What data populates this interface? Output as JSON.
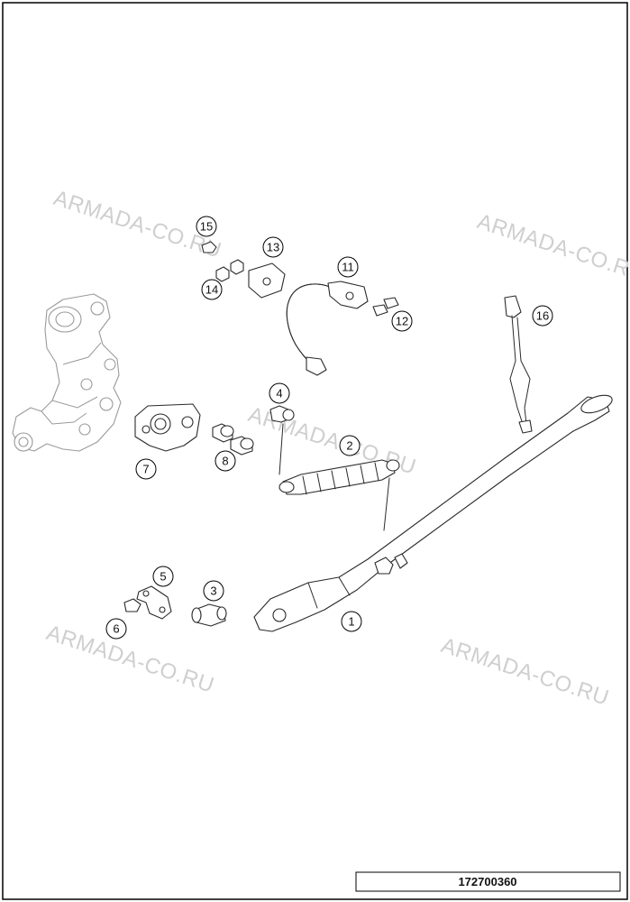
{
  "diagram": {
    "code": "172700360",
    "watermarks": [
      "ARMADA-CO.RU",
      "ARMADA-CO.RU",
      "ARMADA-CO.RU",
      "ARMADA-CO.RU",
      "ARMADA-CO.RU"
    ],
    "callouts": [
      "1",
      "2",
      "3",
      "4",
      "5",
      "6",
      "7",
      "8",
      "11",
      "12",
      "13",
      "14",
      "15",
      "16"
    ]
  }
}
